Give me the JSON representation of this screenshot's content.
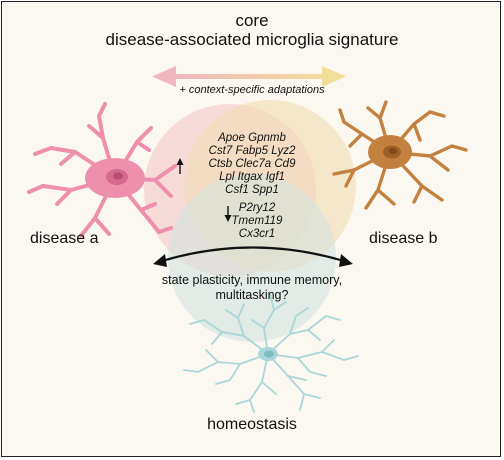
{
  "title": {
    "line1": "core",
    "line2": "disease-associated microglia signature"
  },
  "subtitle": "+ context-specific adaptations",
  "genes_up": {
    "row1": "Apoe  Gpnmb",
    "row2": "Cst7  Fabp5  Lyz2",
    "row3": "Ctsb  Clec7a  Cd9",
    "row4": "Lpl  Itgax  Igf1",
    "row5": "Csf1  Spp1"
  },
  "genes_down": {
    "row1": "P2ry12",
    "row2": "Tmem119",
    "row3": "Cx3cr1"
  },
  "labels": {
    "disease_a": "disease a",
    "disease_b": "disease b",
    "homeostasis": "homeostasis"
  },
  "plasticity": {
    "line1": "state plasticity, immune memory,",
    "line2": "multitasking?"
  },
  "colors": {
    "disease_a_circle": "#f3c9c9",
    "disease_b_circle": "#f1ddb1",
    "homeostasis_circle": "#d3e3e0",
    "disease_a_cell": "#ee8fae",
    "disease_b_cell": "#c4803e",
    "homeostasis_cell": "#a9d6d8"
  },
  "icons": [
    "arrow-up-icon",
    "arrow-down-icon",
    "double-arrow-icon",
    "microglia-cell-icon"
  ]
}
